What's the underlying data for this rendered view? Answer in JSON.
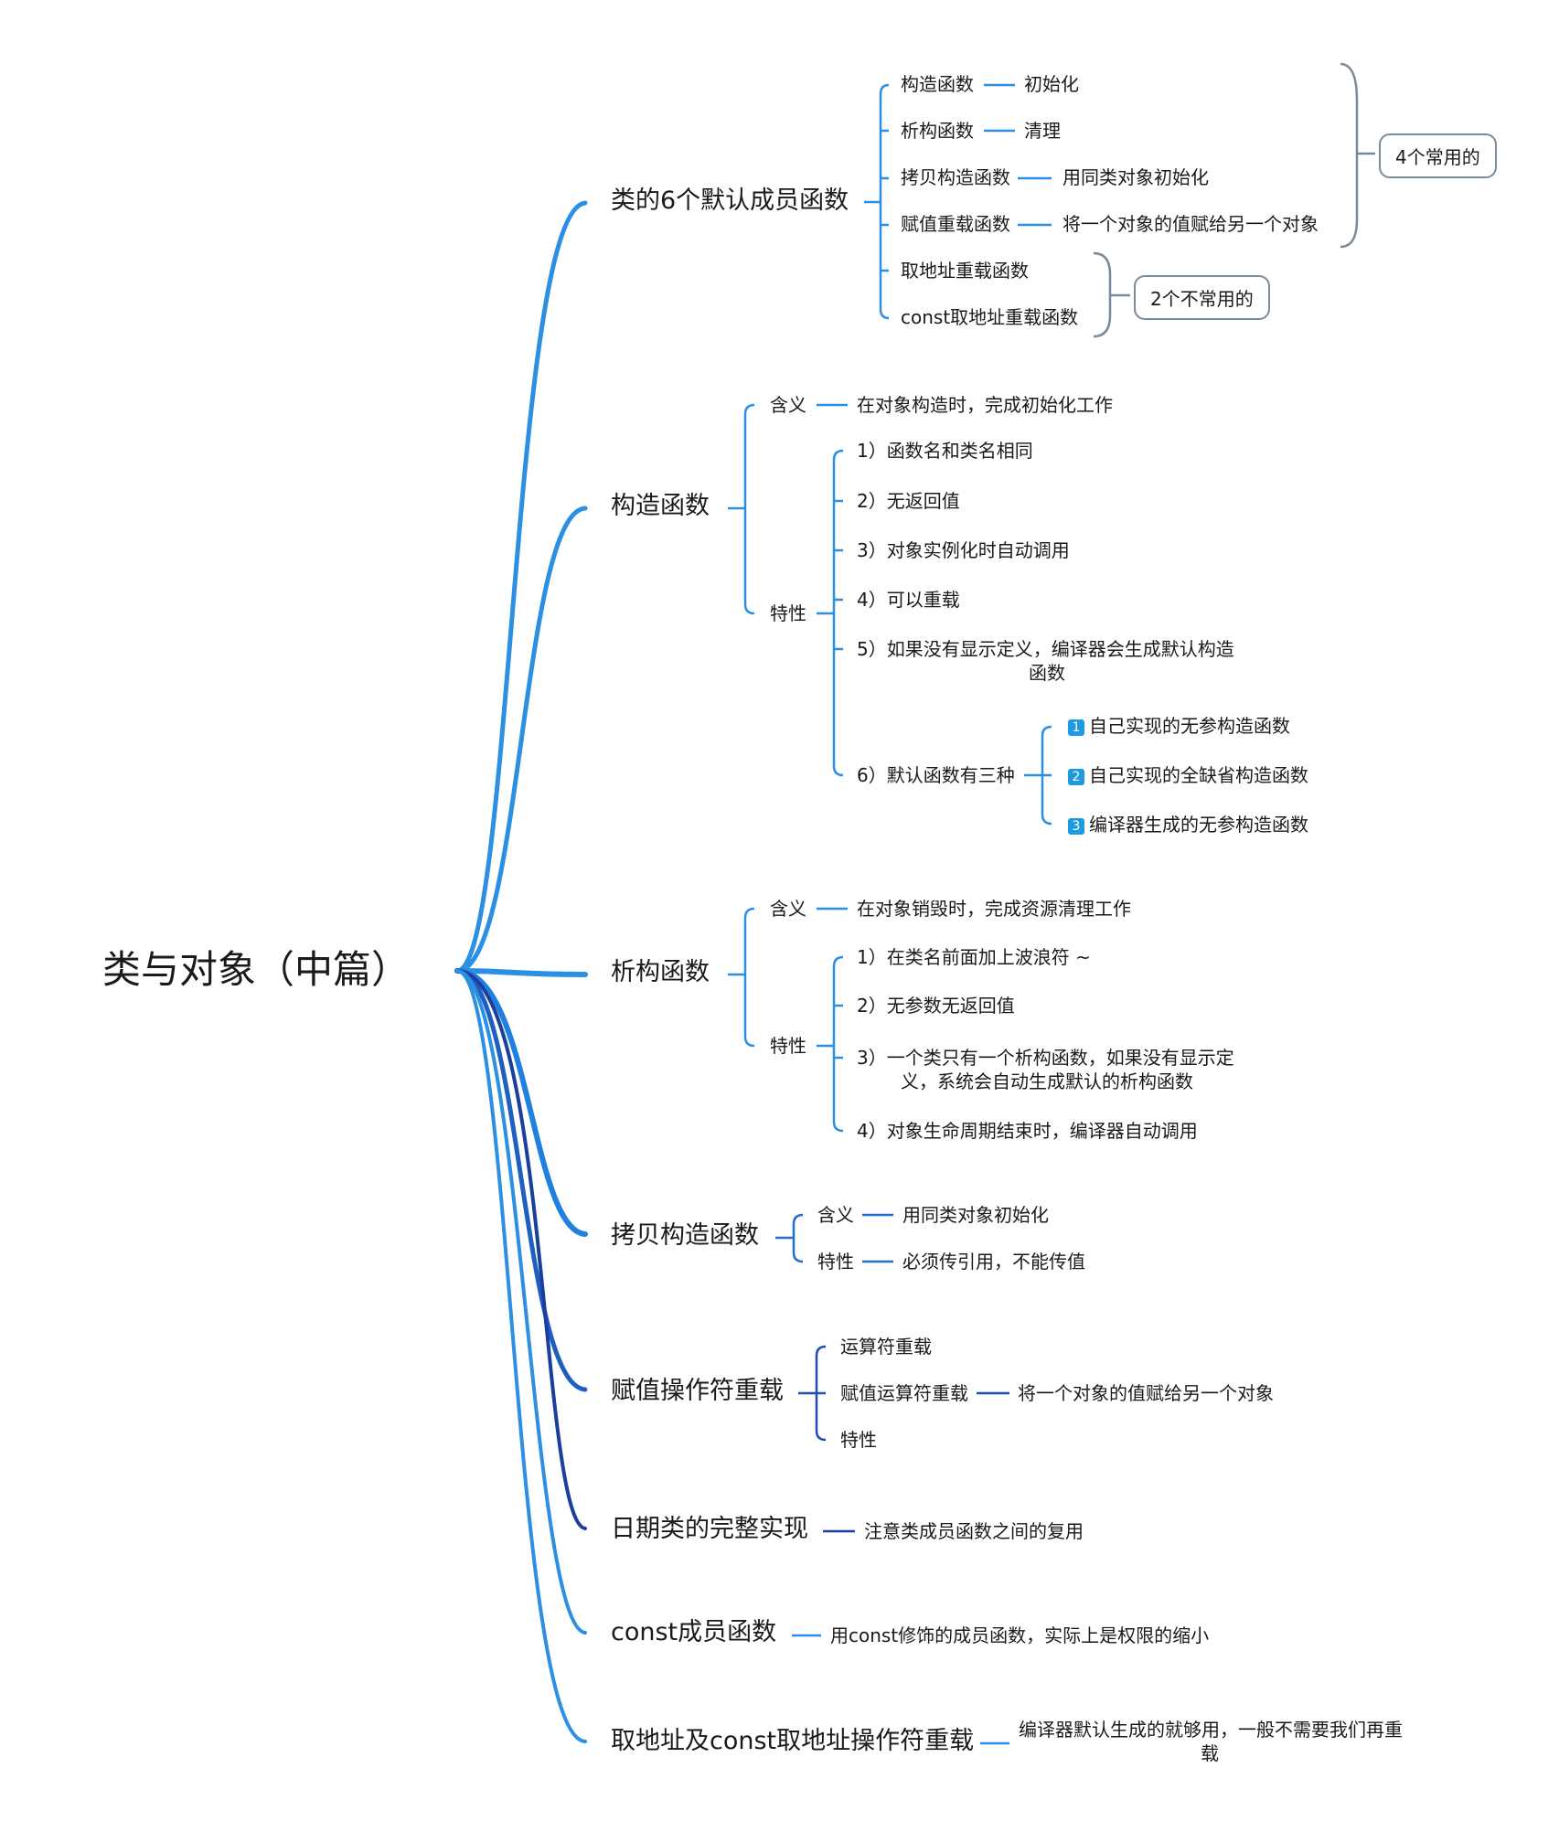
{
  "root": "类与对象（中篇）",
  "colors": {
    "branch_light": "#2b8fe3",
    "branch_mid": "#1e6fd0",
    "branch_dark": "#1b3f9c",
    "summary_border": "#7a8a99",
    "badge": "#1e9be0"
  },
  "branches": [
    {
      "label": "类的6个默认成员函数",
      "items": [
        {
          "label": "构造函数",
          "detail": "初始化"
        },
        {
          "label": "析构函数",
          "detail": "清理"
        },
        {
          "label": "拷贝构造函数",
          "detail": "用同类对象初始化"
        },
        {
          "label": "赋值重载函数",
          "detail": "将一个对象的值赋给另一个对象"
        },
        {
          "label": "取地址重载函数"
        },
        {
          "label": "const取地址重载函数"
        }
      ],
      "summaries": [
        "4个常用的",
        "2个不常用的"
      ]
    },
    {
      "label": "构造函数",
      "meaning_label": "含义",
      "meaning": "在对象构造时，完成初始化工作",
      "props_label": "特性",
      "props": [
        "1）函数名和类名相同",
        "2）无返回值",
        "3）对象实例化时自动调用",
        "4）可以重载",
        "5）如果没有显示定义，编译器会生成默认构造",
        "6）默认函数有三种"
      ],
      "props_5_cont": "函数",
      "defaults": [
        {
          "badge": "1",
          "text": "自己实现的无参构造函数"
        },
        {
          "badge": "2",
          "text": "自己实现的全缺省构造函数"
        },
        {
          "badge": "3",
          "text": "编译器生成的无参构造函数"
        }
      ]
    },
    {
      "label": "析构函数",
      "meaning_label": "含义",
      "meaning": "在对象销毁时，完成资源清理工作",
      "props_label": "特性",
      "props": [
        "1）在类名前面加上波浪符 ~",
        "2）无参数无返回值",
        "3）一个类只有一个析构函数，如果没有显示定",
        "4）对象生命周期结束时，编译器自动调用"
      ],
      "props_3_cont": "义，系统会自动生成默认的析构函数"
    },
    {
      "label": "拷贝构造函数",
      "meaning_label": "含义",
      "meaning": "用同类对象初始化",
      "props_label": "特性",
      "props_text": "必须传引用，不能传值"
    },
    {
      "label": "赋值操作符重载",
      "items": [
        "运算符重载",
        "赋值运算符重载",
        "特性"
      ],
      "detail": "将一个对象的值赋给另一个对象"
    },
    {
      "label": "日期类的完整实现",
      "detail": "注意类成员函数之间的复用"
    },
    {
      "label": "const成员函数",
      "detail": "用const修饰的成员函数，实际上是权限的缩小"
    },
    {
      "label": "取地址及const取地址操作符重载",
      "detail": "编译器默认生成的就够用，一般不需要我们再重",
      "detail_cont": "载"
    }
  ]
}
